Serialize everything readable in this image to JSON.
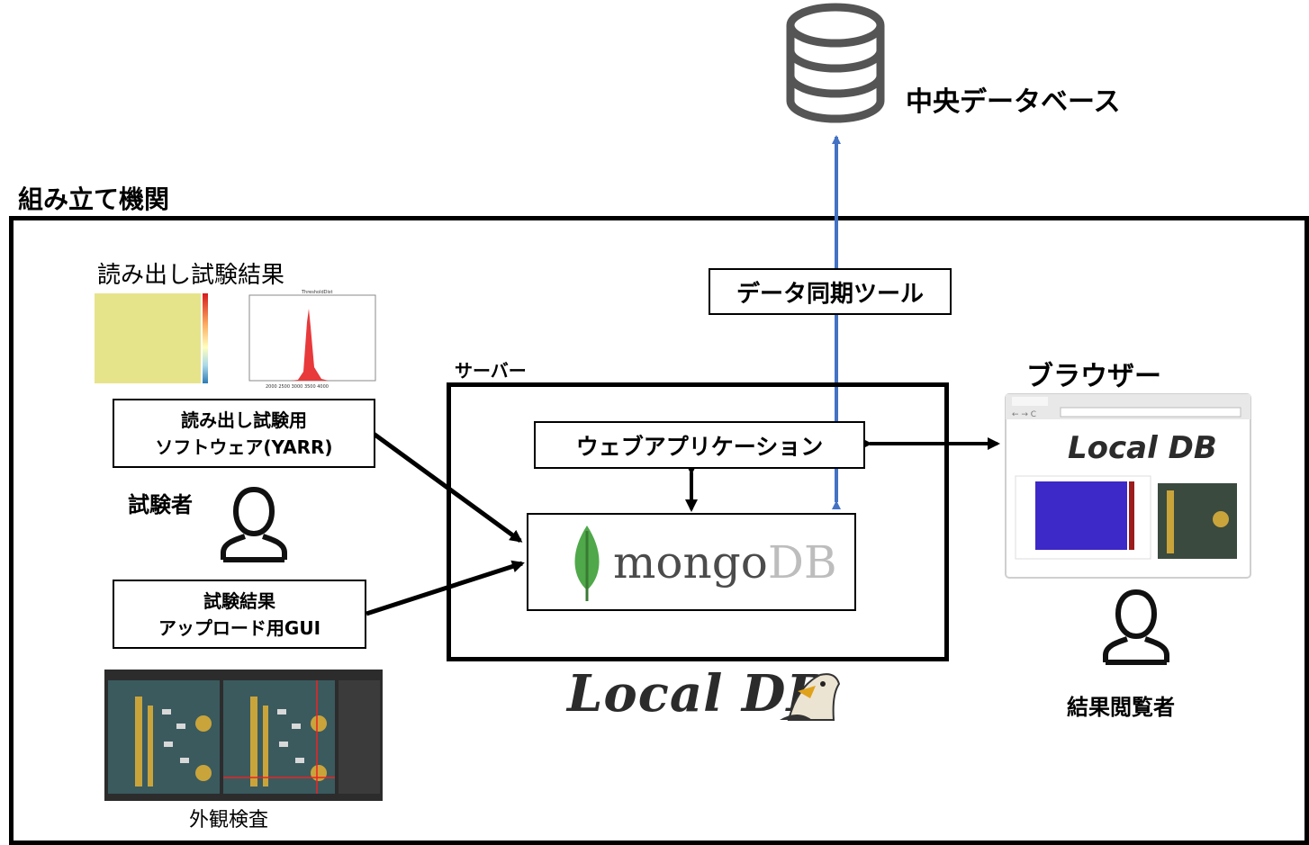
{
  "central_db": {
    "label": "中央データベース",
    "icon": "database-icon"
  },
  "org": {
    "label": "組み立て機関"
  },
  "sync_tool": {
    "label": "データ同期ツール"
  },
  "server": {
    "label": "サーバー"
  },
  "webapp": {
    "label": "ウェブアプリケーション"
  },
  "mongodb": {
    "label_a": "mongo",
    "label_b": "DB",
    "icon": "mongodb-leaf-icon"
  },
  "readout_results": {
    "label": "読み出し試験結果"
  },
  "readout_software": {
    "line1": "読み出し試験用",
    "line2": "ソフトウェア(YARR)"
  },
  "tester": {
    "label": "試験者",
    "icon": "user-icon"
  },
  "upload_gui": {
    "line1": "試験結果",
    "line2": "アップロード用GUI"
  },
  "visual_inspection": {
    "label": "外観検査"
  },
  "browser": {
    "label": "ブラウザー"
  },
  "viewer": {
    "label": "結果閲覧者",
    "icon": "user-icon"
  },
  "localdb_logo": {
    "text": "Local DB"
  },
  "colors": {
    "sync_arrow": "#4472c4",
    "border": "#000000",
    "histogram": "#e8393b",
    "heatmap_fill": "#e6e48a",
    "mongo_leaf": "#4fa84a",
    "browser_plot": "#3d28c8"
  }
}
